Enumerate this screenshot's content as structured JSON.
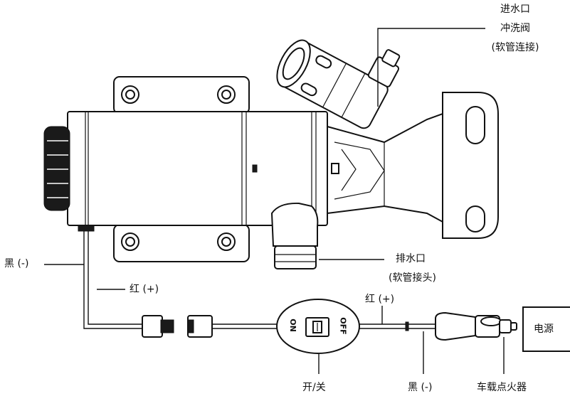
{
  "labels": {
    "inlet_line1": "进水口",
    "inlet_line2": "冲洗阀",
    "inlet_line3": "(软管连接)",
    "outlet_line1": "排水口",
    "outlet_line2": "(软管接头)",
    "black_left": "黑 (-)",
    "red_left": "红 (+)",
    "red_right": "红 (+)",
    "black_right": "黑 (-)",
    "switch": "开/关",
    "lighter": "车载点火器",
    "power": "电源",
    "switch_on": "ON",
    "switch_off": "OFF"
  }
}
